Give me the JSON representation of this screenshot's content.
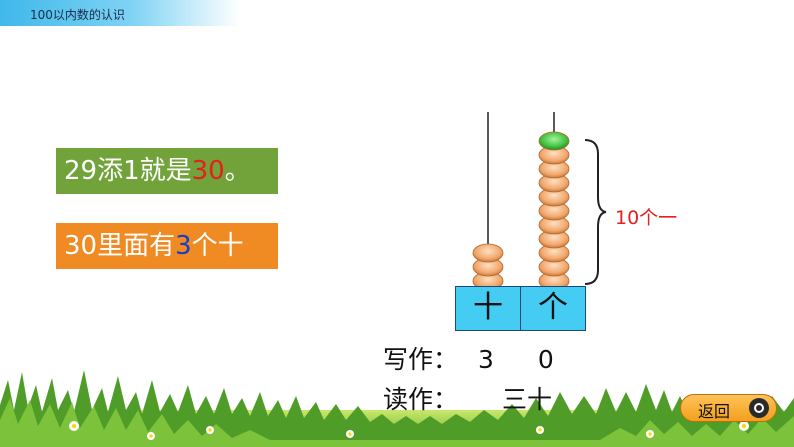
{
  "header": {
    "title": "100以内数的认识"
  },
  "statement1": {
    "part1": "29添1就是",
    "highlight": "30",
    "part2": "。"
  },
  "statement2": {
    "part1": "30里面有",
    "highlight": "3",
    "part2": "个十"
  },
  "abacus": {
    "tens_label": "十",
    "ones_label": "个",
    "tens_beads": 3,
    "ones_beads": 10,
    "annotation": "10个一"
  },
  "writing": {
    "label": "写作：",
    "tens_digit": "3",
    "ones_digit": "0"
  },
  "reading": {
    "label": "读作：",
    "value": "三十"
  },
  "nav": {
    "return_label": "返回"
  },
  "colors": {
    "green_box": "#72a33b",
    "orange_box": "#f08a22",
    "highlight_red": "#e61e1e",
    "highlight_blue": "#1a3cc8",
    "place_value_box": "#44ccf2",
    "bead": "#f3b07a",
    "new_bead": "#3cc23c"
  }
}
